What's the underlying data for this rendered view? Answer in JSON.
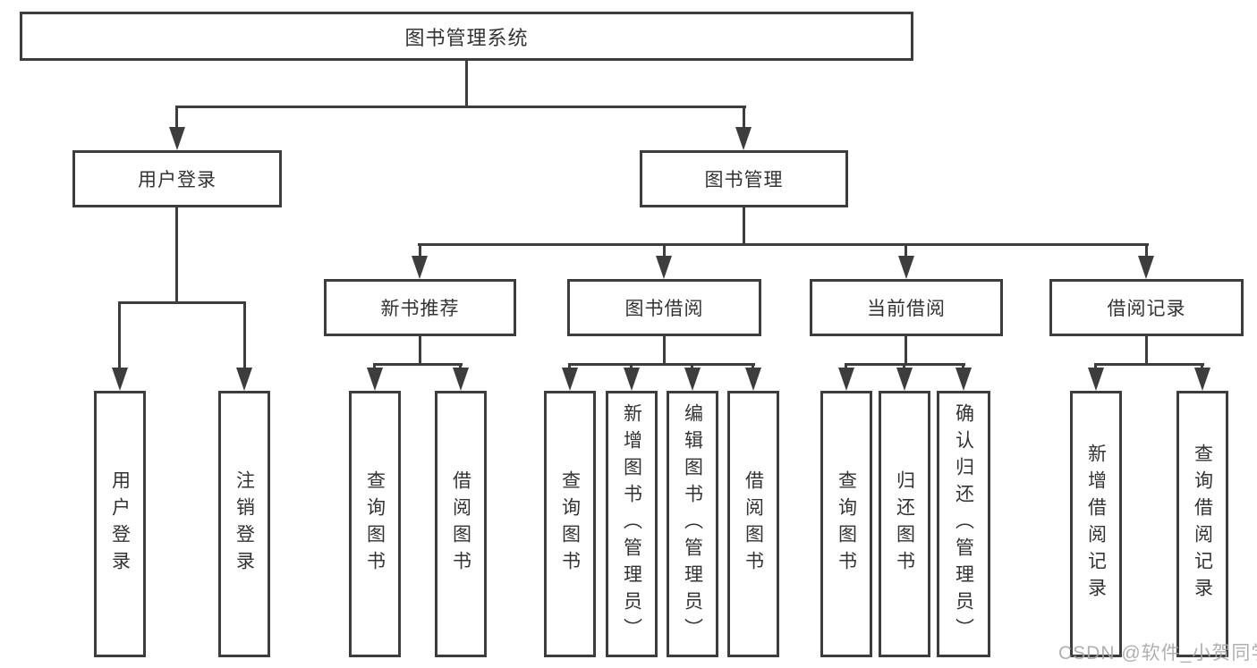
{
  "nodes": {
    "root": "图书管理系统",
    "user_login": "用户登录",
    "book_management": "图书管理",
    "new_book_recommend": "新书推荐",
    "book_borrow": "图书借阅",
    "current_borrow": "当前借阅",
    "borrow_records": "借阅记录"
  },
  "leaves": {
    "user_login": [
      "用户登录",
      "注销登录"
    ],
    "new_book_recommend": [
      "查询图书",
      "借阅图书"
    ],
    "book_borrow": [
      "查询图书",
      "新增图书（管理员）",
      "编辑图书（管理员）",
      "借阅图书"
    ],
    "current_borrow": [
      "查询图书",
      "归还图书",
      "确认归还（管理员）"
    ],
    "borrow_records": [
      "新增借阅记录",
      "查询借阅记录"
    ]
  },
  "watermark": "CSDN @软件_小贺同学",
  "colors": {
    "line": "#3d3d3d",
    "text": "#333333",
    "watermark": "#a8a8a8",
    "background": "#ffffff"
  }
}
